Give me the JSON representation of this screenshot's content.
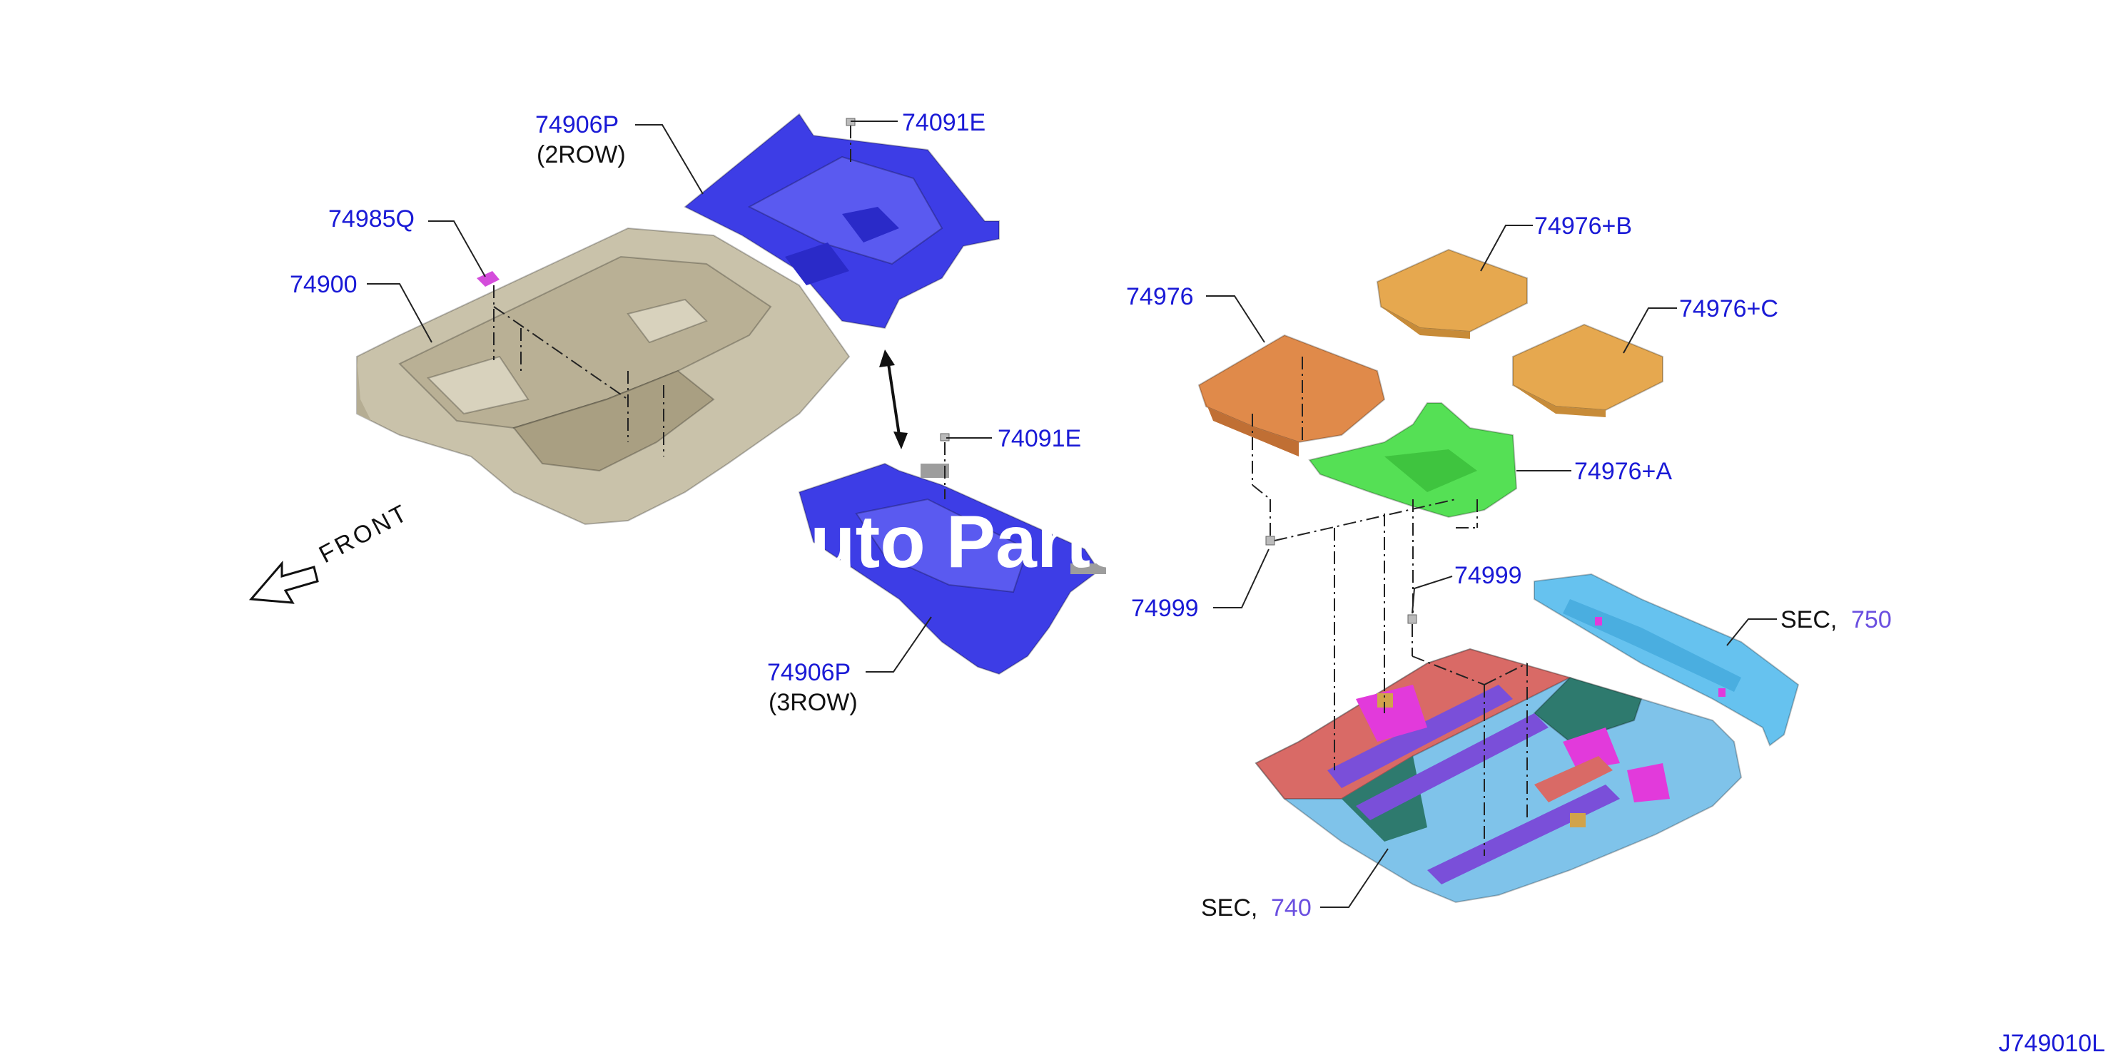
{
  "diagram": {
    "callouts": {
      "p74906p_2row_code": "74906P",
      "p74906p_2row_note": "(2ROW)",
      "p74091e_top": "74091E",
      "p74985q": "74985Q",
      "p74900": "74900",
      "p74091e_mid": "74091E",
      "p74906p_3row_code": "74906P",
      "p74906p_3row_note": "(3ROW)",
      "p74976": "74976",
      "p74976b": "74976+B",
      "p74976c": "74976+C",
      "p74976a": "74976+A",
      "p74999_left": "74999",
      "p74999_right": "74999",
      "sec750_prefix": "SEC,",
      "sec750_num": "750",
      "sec740_prefix": "SEC,",
      "sec740_num": "740"
    },
    "front_label": "FRONT",
    "watermark": "Auto Parts",
    "figure_id": "J749010L"
  },
  "colors": {
    "callout_text": "#1a1ad6",
    "section_ref": "#6a4fe0",
    "carpet_front": "#c9c2aa",
    "carpet_2row": "#3d3de6",
    "carpet_3row": "#3d3de6",
    "insulator_74976": "#e08a4a",
    "insulator_b": "#e6a84f",
    "insulator_c": "#e6a84f",
    "insulator_a": "#55e055",
    "floor_red": "#d96a66",
    "floor_teal": "#2e7a6e",
    "floor_blue": "#7fc3ea",
    "floor_purple": "#7a4fd9",
    "rear_floor_750": "#66c2ef"
  }
}
